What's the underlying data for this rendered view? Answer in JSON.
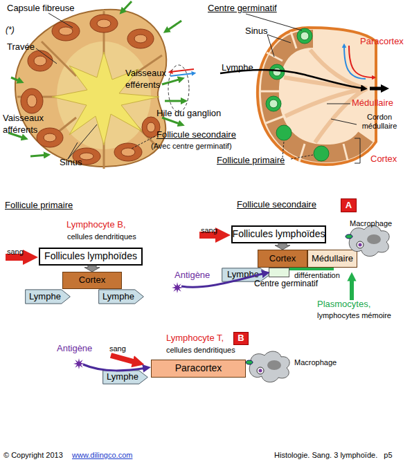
{
  "diagram": {
    "nodes": [
      {
        "text": [
          "Follicules lymphoïdes"
        ]
      },
      {
        "text": [
          "Cortex"
        ]
      },
      {
        "text": [
          "Lymphe"
        ]
      },
      {
        "text": [
          "Lymphe"
        ]
      },
      {
        "text": [
          "A"
        ]
      },
      {
        "text": [
          "Follicules lymphoïdes"
        ]
      },
      {
        "text": [
          "Cortex"
        ]
      },
      {
        "text": [
          "Médullaire"
        ]
      },
      {
        "text": [
          "Lymphe"
        ]
      },
      {
        "text": [
          "Centre germinatif"
        ]
      },
      {
        "text": [
          "B"
        ]
      },
      {
        "text": [
          "Lymphe"
        ]
      },
      {
        "text": [
          "Paracortex"
        ]
      }
    ],
    "edges": [
      {
        "from": 0,
        "to": 1,
        "arrow": "to"
      },
      {
        "from": 5,
        "to": 6,
        "arrow": "to"
      },
      {
        "from": 9,
        "to": 7,
        "label": "différentiation",
        "arrow": "none"
      }
    ],
    "labels": [
      "Capsule fibreuse",
      "(*)",
      "Travée",
      "Vaisseaux efférents",
      "Hile du ganglion",
      "Vaisseaux afférents",
      "Follicule secondaire",
      "(Avec centre germinatif)",
      "Sinus",
      "Centre germinatif",
      "Sinus",
      "Paracortex",
      "Lymphe",
      "Médullaire",
      "Cordon médullaire",
      "Follicule primaire",
      "Cortex",
      "Follicule primaire",
      "Follicule secondaire",
      "Lymphocyte B,",
      "cellules dendritiques",
      "sang",
      "sang",
      "Macrophage",
      "Antigène",
      "Plasmocytes,",
      "lymphocytes mémoire",
      "Antigène",
      "sang",
      "Lymphocyte T,",
      "cellules dendritiques",
      "Macrophage",
      "© Copyright 2013",
      "www.dilingco.com",
      "Histologie. Sang. 3 lymphoïde.   p5"
    ]
  }
}
